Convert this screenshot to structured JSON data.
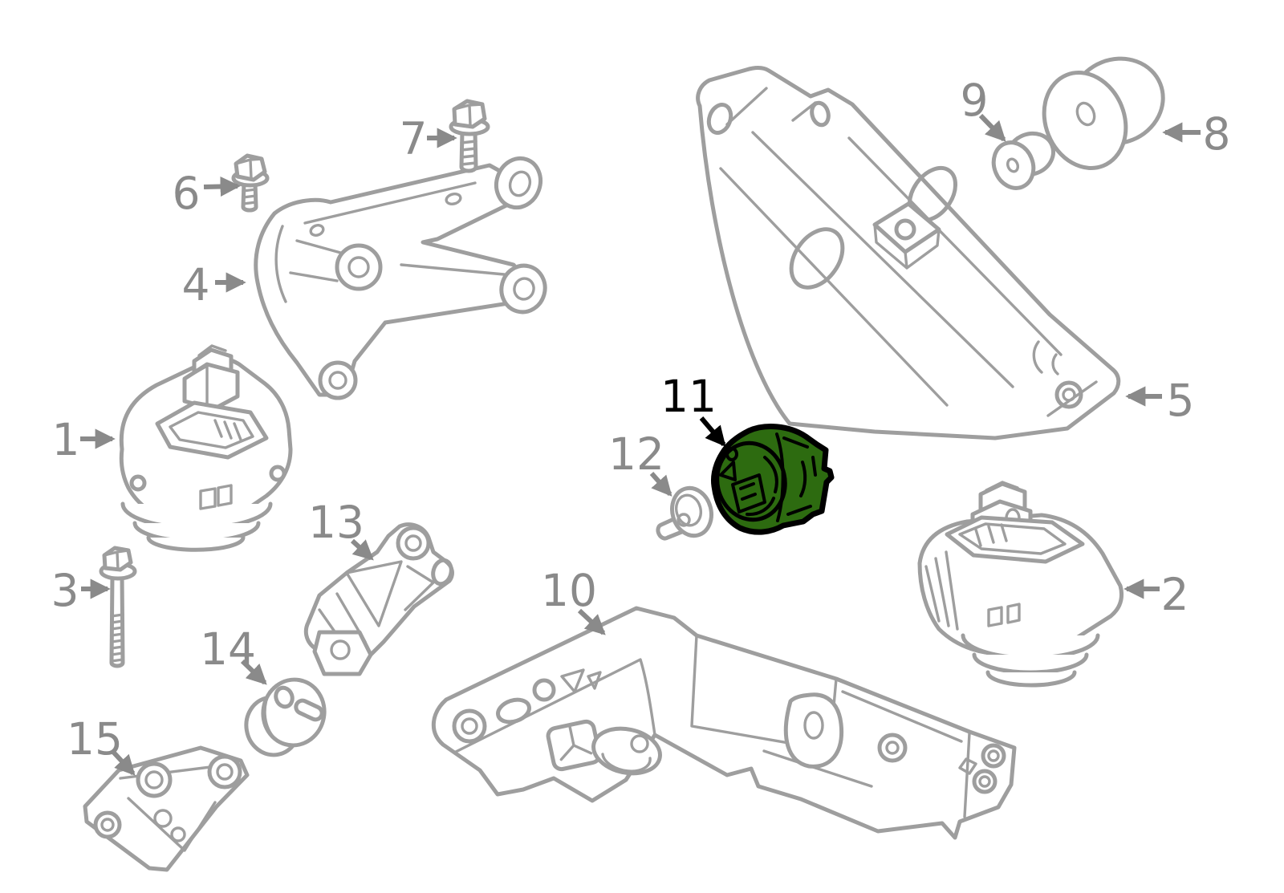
{
  "diagram": {
    "type": "exploded-parts-diagram",
    "background_color": "#ffffff",
    "part_line_color": "#9e9e9e",
    "callout_color": "#8a8a8a",
    "highlighted_part": {
      "label": "11",
      "fill_color": "#2d6b10",
      "outline_color": "#000000"
    },
    "callouts": [
      {
        "label": "1"
      },
      {
        "label": "2"
      },
      {
        "label": "3"
      },
      {
        "label": "4"
      },
      {
        "label": "5"
      },
      {
        "label": "6"
      },
      {
        "label": "7"
      },
      {
        "label": "8"
      },
      {
        "label": "9"
      },
      {
        "label": "10"
      },
      {
        "label": "11"
      },
      {
        "label": "12"
      },
      {
        "label": "13"
      },
      {
        "label": "14"
      },
      {
        "label": "15"
      }
    ]
  }
}
